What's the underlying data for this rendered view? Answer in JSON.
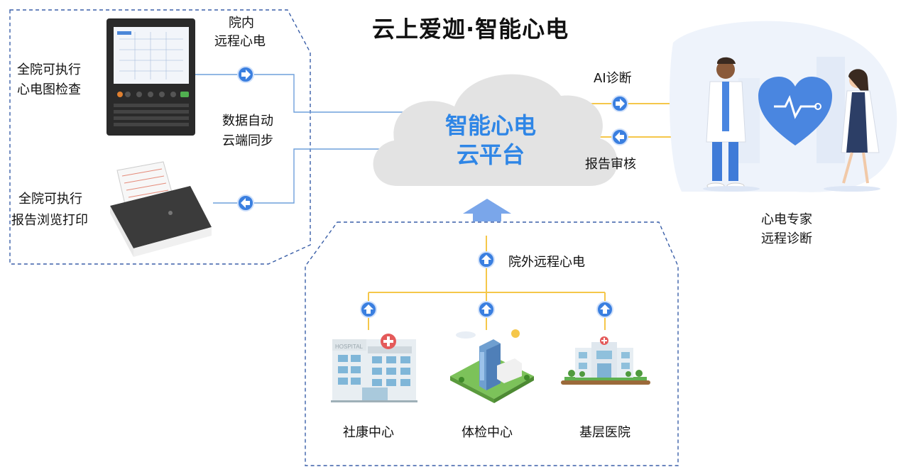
{
  "title": "云上爱迦·智能心电",
  "hospital_inside": {
    "label_line1": "院内",
    "label_line2": "远程心电",
    "ecg_device": {
      "line1": "全院可执行",
      "line2": "心电图检查"
    },
    "printer": {
      "line1": "全院可执行",
      "line2": "报告浏览打印"
    },
    "sync": {
      "line1": "数据自动",
      "line2": "云端同步"
    }
  },
  "cloud": {
    "line1": "智能心电",
    "line2": "云平台"
  },
  "expert": {
    "ai_label": "AI诊断",
    "review_label": "报告审核",
    "line1": "心电专家",
    "line2": "远程诊断"
  },
  "outside": {
    "label": "院外远程心电",
    "sites": [
      "社康中心",
      "体检中心",
      "基层医院"
    ],
    "hospital_sign": "HOSPITAL"
  },
  "colors": {
    "accent_blue": "#2f86e6",
    "arrow_blue": "#3a7fe0",
    "line_blue": "#6fa0dc",
    "tree_yellow": "#f5c74a",
    "dashed_border": "#3a5fa8",
    "cloud_gray": "#e3e3e3"
  }
}
